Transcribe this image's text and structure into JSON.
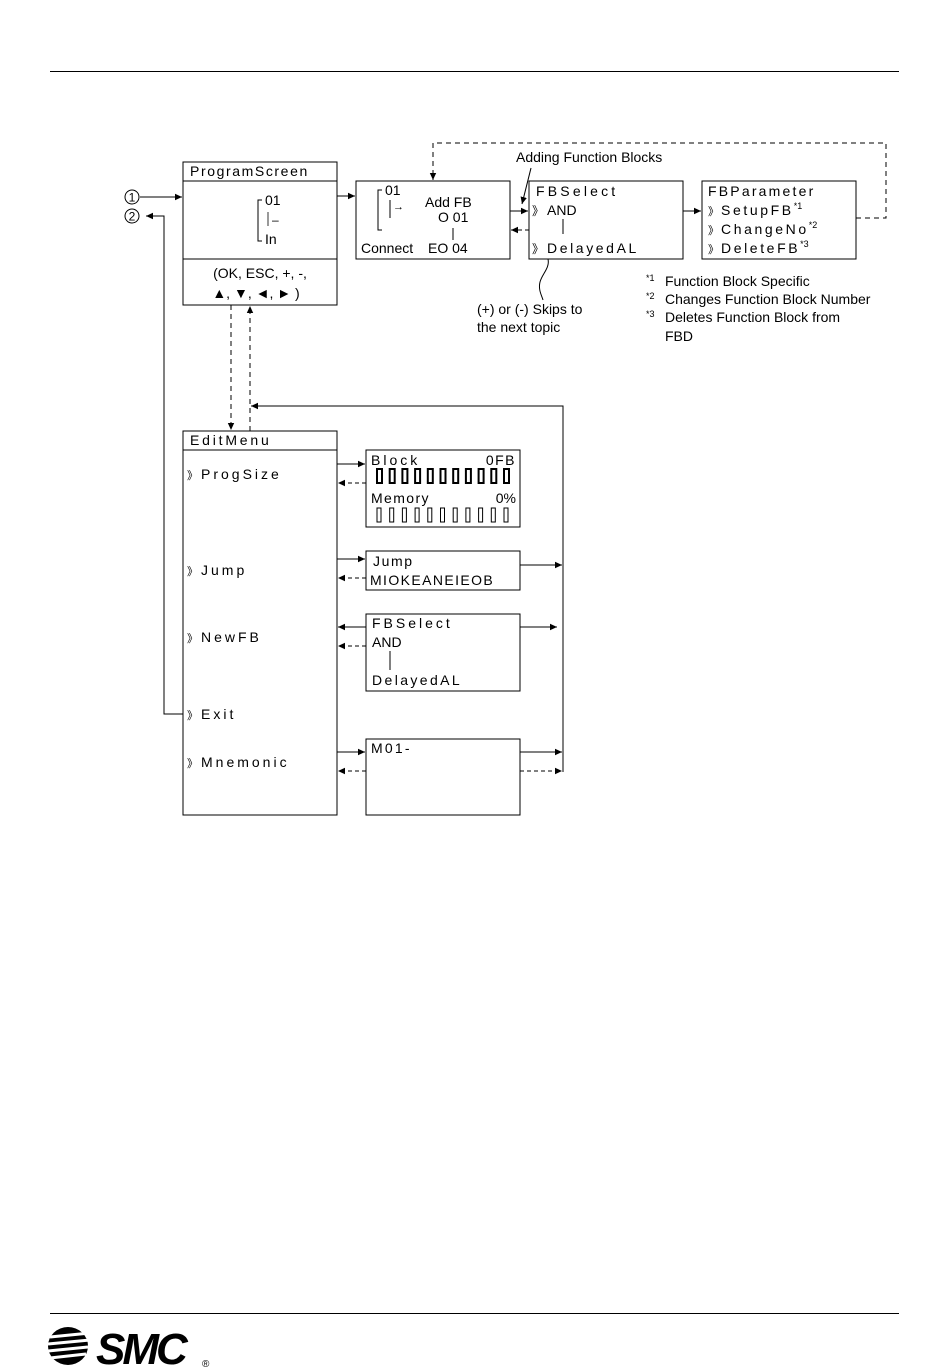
{
  "screens": {
    "program": {
      "title": "ProgramScreen",
      "num": "01",
      "dash": "–",
      "in": "In",
      "keys1": "(OK, ESC, +, -,",
      "keys2": "▲, ▼, ◄, ► )"
    },
    "addfb": {
      "num": "01",
      "arrow": "→",
      "add": "Add FB",
      "o": "O 01",
      "connect": "Connect",
      "eo": "EO 04"
    },
    "fbselect": {
      "title": "FBSelect",
      "item1": "AND",
      "item2": "DelayedAL"
    },
    "fbparam": {
      "title": "FBParameter",
      "items": [
        {
          "label": "SetupFB",
          "sup": "*1"
        },
        {
          "label": "ChangeNo",
          "sup": "*2"
        },
        {
          "label": "DeleteFB",
          "sup": "*3"
        }
      ]
    },
    "editmenu": {
      "title": "EditMenu",
      "items": [
        "ProgSize",
        "Jump",
        "NewFB",
        "Exit",
        "Mnemonic"
      ]
    },
    "progsize": {
      "block_label": "Block",
      "block_value": "0FB",
      "memory_label": "Memory",
      "memory_value": "0%"
    },
    "jump": {
      "line1": "Jump",
      "line2": "MIOKEANEIEOB"
    },
    "newfb": {
      "line1": "FBSelect",
      "line2": "AND",
      "line3": "DelayedAL"
    },
    "mnemonic": {
      "line1": "M01-"
    }
  },
  "annotations": {
    "adding": "Adding Function Blocks",
    "skips1": "(+) or (-) Skips to",
    "skips2": "the next topic",
    "circle1": "1",
    "circle2": "2"
  },
  "footnotes": [
    {
      "mark": "*1",
      "text": "Function Block Specific"
    },
    {
      "mark": "*2",
      "text": "Changes Function Block Number"
    },
    {
      "mark": "*3",
      "text": "Deletes Function Block from"
    },
    {
      "mark": "",
      "text": "FBD"
    }
  ],
  "logo": {
    "text": "SMC",
    "reg": "®"
  },
  "colors": {
    "line": "#000000",
    "background": "#ffffff"
  }
}
